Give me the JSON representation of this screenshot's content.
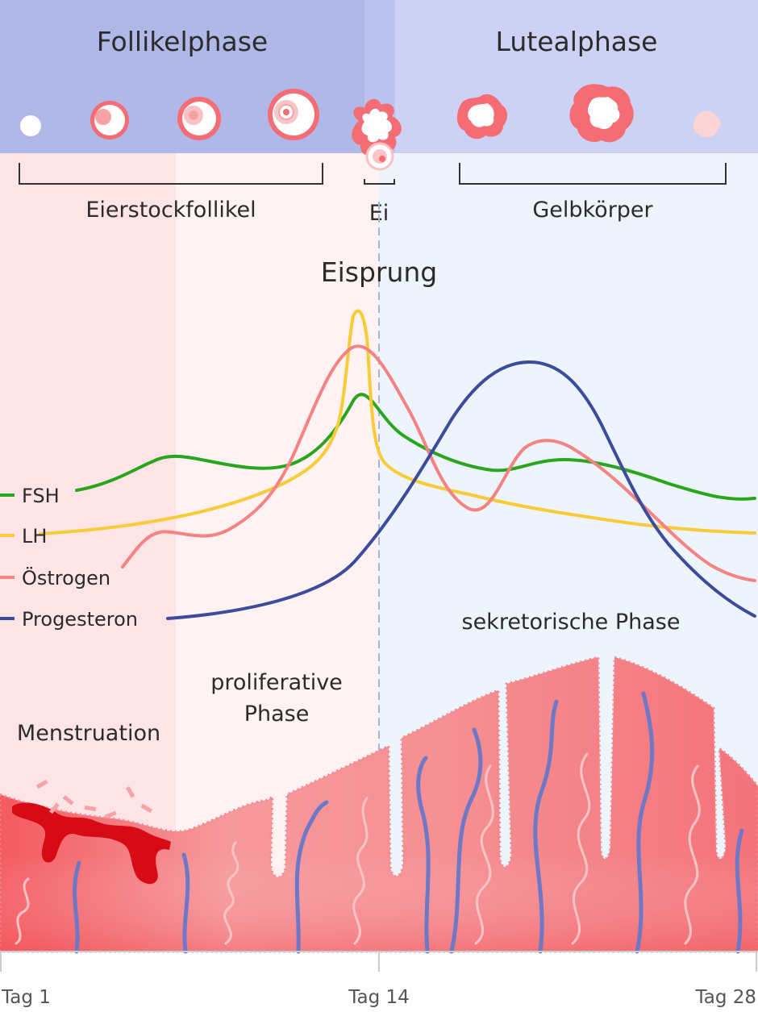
{
  "header": {
    "follicular_phase": "Follikelphase",
    "luteal_phase": "Lutealphase"
  },
  "structures": {
    "follicles": "Eierstockfollikel",
    "egg": "Ei",
    "corpus_luteum": "Gelbkörper"
  },
  "ovulation": "Eisprung",
  "legend": [
    {
      "label": "FSH",
      "color": "#2aa61e"
    },
    {
      "label": "LH",
      "color": "#f7cc38"
    },
    {
      "label": "Östrogen",
      "color": "#f48383"
    },
    {
      "label": "Progesteron",
      "color": "#3c4b9c"
    }
  ],
  "phases": {
    "menstruation": "Menstruation",
    "proliferative_line1": "proliferative",
    "proliferative_line2": "Phase",
    "secretory": "sekretorische Phase"
  },
  "axis": {
    "day_start": "Tag 1",
    "day_mid": "Tag 14",
    "day_end": "Tag 28"
  },
  "colors": {
    "follicular_band": "#b0b8e8",
    "luteal_band": "#cdd1f3",
    "menstruation_bg": "#fde4e6",
    "proliferative_bg": "#fff2f2",
    "secretory_bg": "#eef4fb",
    "tissue": "#f7878b",
    "vessel": "#6e78c6",
    "blood": "#d80a16"
  }
}
